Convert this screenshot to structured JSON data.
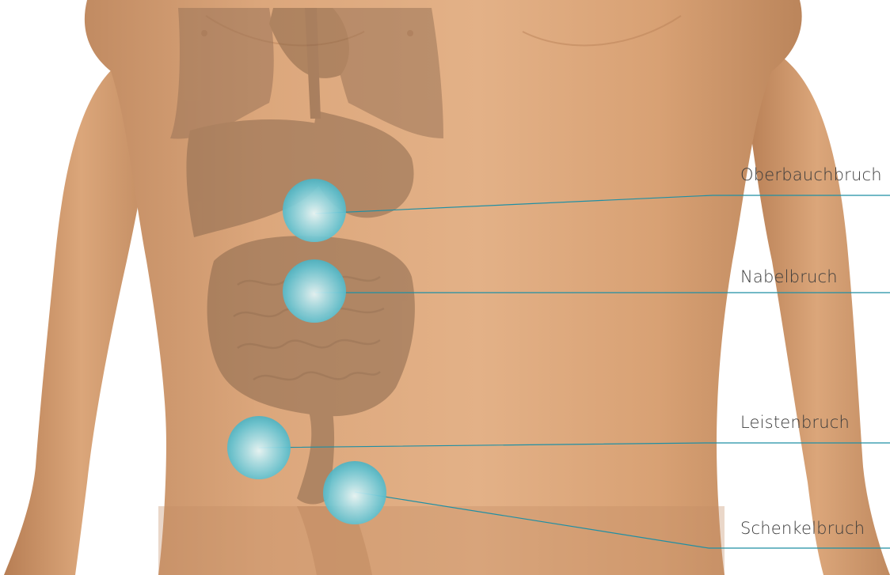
{
  "labels": {
    "oberbauchbruch": "Oberbauchbruch",
    "nabelbruch": "Nabelbruch",
    "leistenbruch": "Leistenbruch",
    "schenkelbruch": "Schenkelbruch"
  },
  "colors": {
    "skin": "#d9a277",
    "skin_shadow": "#b67c55",
    "organ": "#8c6b53",
    "marker": "#5fc4d3",
    "marker_light": "#d8f4f7",
    "line": "#1f8fa4",
    "text": "#3b3b3b"
  }
}
